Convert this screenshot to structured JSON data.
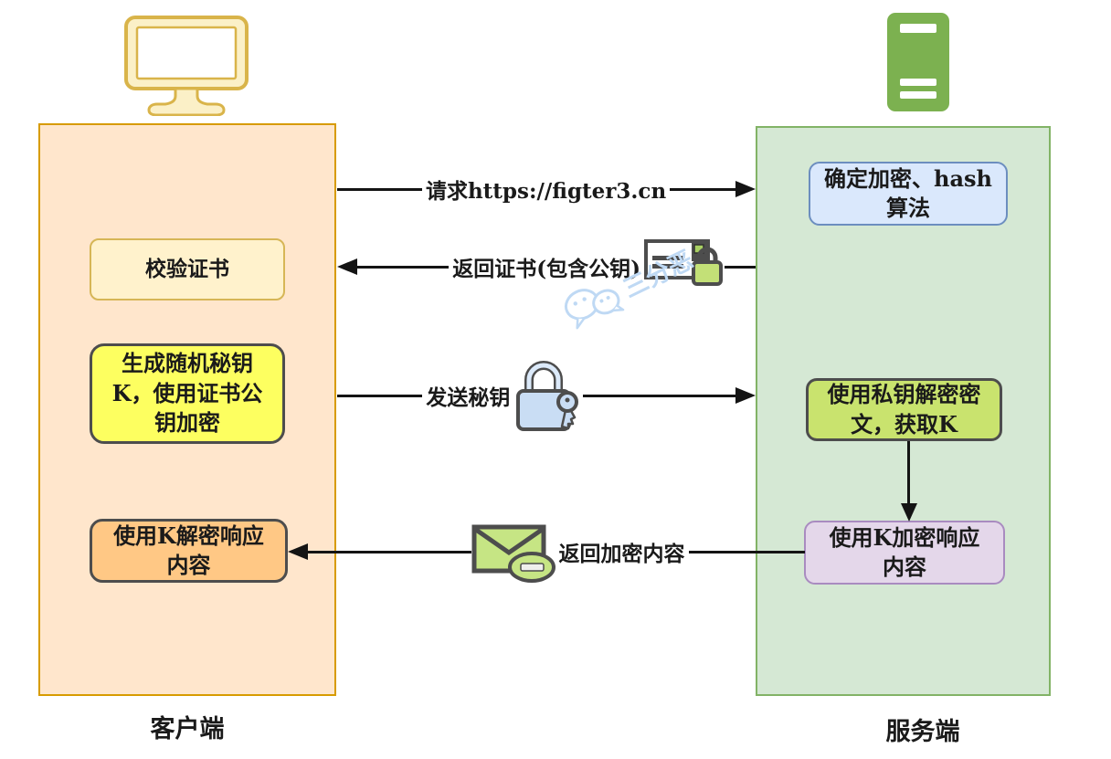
{
  "client": {
    "lane_label": "客户端",
    "steps": {
      "verify_cert": "校验证书",
      "gen_key": "生成随机秘钥\nK，使用证书公\n钥加密",
      "decrypt_response": "使用K解密响应\n内容"
    }
  },
  "server": {
    "lane_label": "服务端",
    "steps": {
      "choose_algo": "确定加密、hash\n算法",
      "decrypt_key": "使用私钥解密密\n文，获取K",
      "encrypt_response": "使用K加密响应\n内容"
    }
  },
  "messages": {
    "request": "请求https://figter3.cn",
    "return_cert": "返回证书(包含公钥)",
    "send_key": "发送秘钥",
    "return_encrypted": "返回加密内容"
  },
  "watermark": {
    "text": "三分恶",
    "icon": "wechat-icon"
  },
  "icons": {
    "client": "monitor-icon",
    "server": "server-icon",
    "return_cert": "certificate-lock-icon",
    "send_key": "padlock-key-icon",
    "return_encrypted": "envelope-encrypted-icon"
  },
  "colors": {
    "client_lane_fill": "#ffe6cc",
    "client_lane_stroke": "#d79b00",
    "server_lane_fill": "#d5e8d4",
    "server_lane_stroke": "#82b366",
    "verify_cert_fill": "#fff2cc",
    "verify_cert_stroke": "#d6b656",
    "gen_key_fill": "#fdff60",
    "decrypt_response_fill": "#ffc885",
    "choose_algo_fill": "#dae8fc",
    "choose_algo_stroke": "#6c8ebf",
    "decrypt_key_fill": "#c9e36e",
    "encrypt_response_fill": "#e4d7ea",
    "encrypt_response_stroke": "#a98bc0",
    "dark_stroke": "#4d4d4d",
    "monitor_icon_fill": "#fbf0c7",
    "monitor_icon_stroke": "#d9b44a",
    "server_icon_fill": "#7cb150",
    "lock_icon_fill": "#c9ddf4",
    "green_icon_fill": "#c6e584",
    "watermark_color": "#bfd9f4",
    "arrow_color": "#141414"
  }
}
